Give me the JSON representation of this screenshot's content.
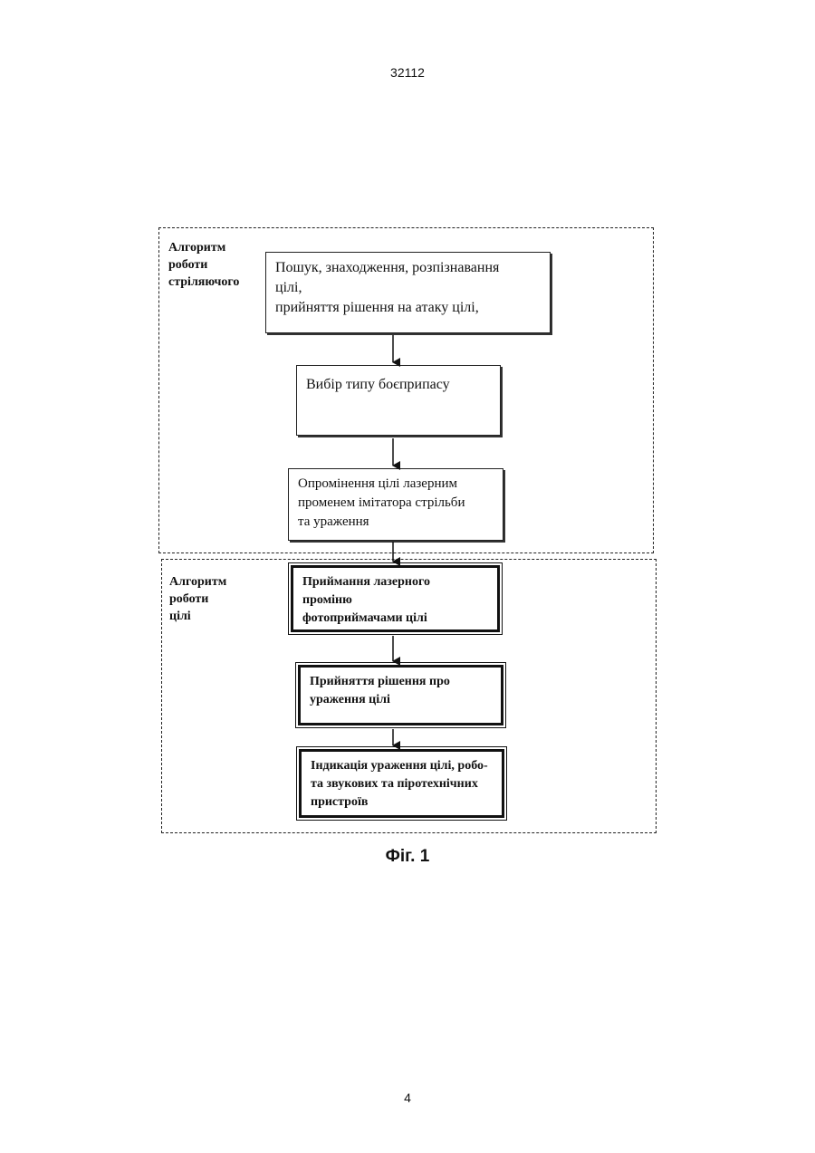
{
  "header": {
    "document_number": "32112"
  },
  "footer": {
    "page_number": "4"
  },
  "figure": {
    "caption": "Фіг. 1"
  },
  "regions": [
    {
      "id": "shooter",
      "label": "Алгоритм\nроботи\nстріляючого"
    },
    {
      "id": "target",
      "label": "Алгоритм\nроботи\nцілі"
    }
  ],
  "steps": [
    {
      "id": "search",
      "text": "Пошук, знаходження, розпізнавання\nцілі,\nприйняття рішення на атаку цілі,"
    },
    {
      "id": "ammo",
      "text": "Вибір типу боєприпасу"
    },
    {
      "id": "irradiate",
      "text": "Опромінення цілі лазерним\nпроменем імітатора стрільби\nта ураження"
    },
    {
      "id": "receive",
      "text": "Приймання  лазерного\nпроміню\nфотоприймачами цілі"
    },
    {
      "id": "decide",
      "text": "Прийняття рішення про\nураження цілі"
    },
    {
      "id": "indicate",
      "text": "Індикація ураження цілі, робо-\nта звукових та піротехнічних\nпристроїв"
    }
  ]
}
